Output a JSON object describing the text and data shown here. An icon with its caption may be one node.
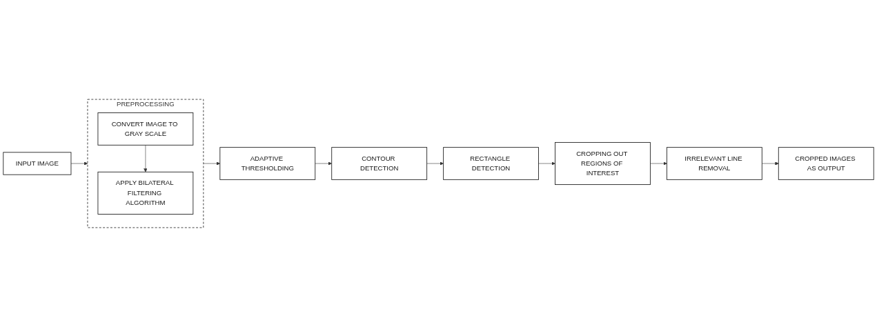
{
  "diagram": {
    "nodes": [
      {
        "text": [
          "INPUT IMAGE"
        ]
      },
      {
        "text": [
          "PREPROCESSING"
        ]
      },
      {
        "text": [
          "CONVERT IMAGE TO GRAY SCALE"
        ],
        "in": 1
      },
      {
        "text": [
          "APPLY BILATERAL FILTERING ALGORITHM"
        ],
        "in": 1
      },
      {
        "text": [
          "ADAPTIVE THRESHOLDING"
        ]
      },
      {
        "text": [
          "CONTOUR DETECTION"
        ]
      },
      {
        "text": [
          "RECTANGLE DETECTION"
        ]
      },
      {
        "text": [
          "CROPPING OUT REGIONS OF INTEREST"
        ]
      },
      {
        "text": [
          "IRRELEVANT LINE REMOVAL"
        ]
      },
      {
        "text": [
          "CROPPED IMAGES AS OUTPUT"
        ]
      }
    ],
    "edges": [
      {
        "from": 0,
        "to": 1,
        "arrow": "to"
      },
      {
        "from": 2,
        "to": 3,
        "arrow": "to"
      },
      {
        "from": 1,
        "to": 4,
        "arrow": "to"
      },
      {
        "from": 4,
        "to": 5,
        "arrow": "to"
      },
      {
        "from": 5,
        "to": 6,
        "arrow": "to"
      },
      {
        "from": 6,
        "to": 7,
        "arrow": "to"
      },
      {
        "from": 7,
        "to": 8,
        "arrow": "to"
      },
      {
        "from": 8,
        "to": 9,
        "arrow": "to"
      }
    ]
  }
}
